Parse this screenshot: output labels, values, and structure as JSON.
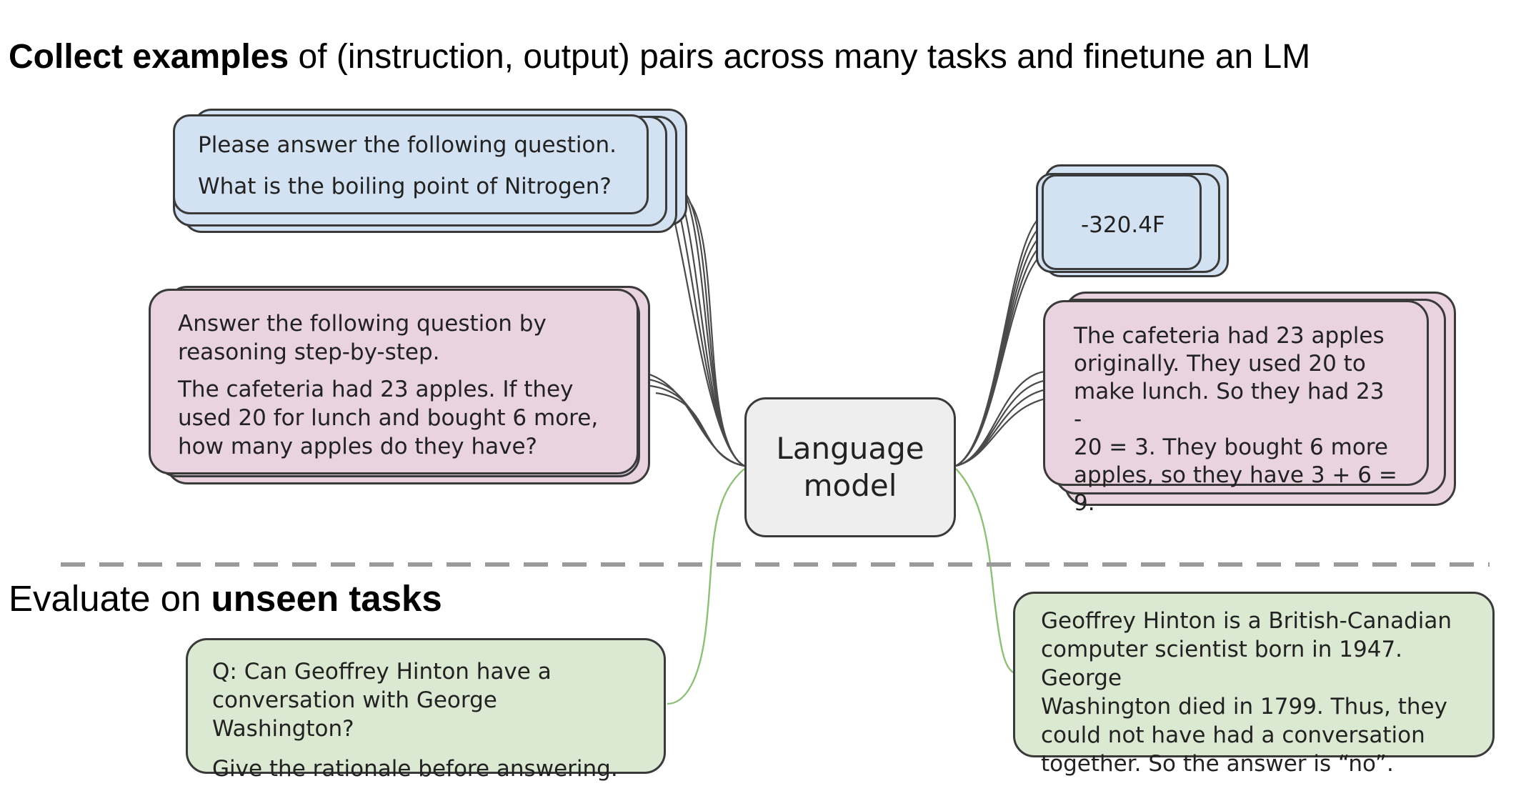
{
  "headings": {
    "train_bold": "Collect examples",
    "train_rest": " of (instruction, output) pairs across many tasks and finetune an LM",
    "eval_plain": "Evaluate on ",
    "eval_bold": "unseen tasks"
  },
  "model": {
    "line1": "Language",
    "line2": "model"
  },
  "train_inputs": [
    {
      "lines": [
        "Please answer the following question.",
        "What is the boiling point of Nitrogen?"
      ]
    },
    {
      "lines": [
        "Answer the following question by",
        "reasoning step-by-step.",
        "The cafeteria had 23 apples. If they",
        "used 20 for lunch and bought 6 more,",
        "how many apples do they have?"
      ]
    }
  ],
  "train_outputs": [
    {
      "lines": [
        "-320.4F"
      ]
    },
    {
      "lines": [
        "The cafeteria had 23 apples",
        "originally. They used 20 to",
        "make lunch. So they had 23 -",
        "20 = 3. They bought 6 more",
        "apples, so they have 3 + 6 = 9."
      ]
    }
  ],
  "eval_input": {
    "lines": [
      "Q: Can Geoffrey Hinton have a",
      "conversation with George Washington?",
      "Give the rationale before answering."
    ]
  },
  "eval_output": {
    "lines": [
      "Geoffrey Hinton is a British-Canadian",
      "computer scientist born in 1947. George",
      "Washington died in 1799. Thus, they",
      "could not have had a conversation",
      "together. So the answer is “no”."
    ]
  },
  "colors": {
    "blue_box": "#d3e2f2",
    "pink_box": "#e8d3df",
    "green_box": "#dbe9d2",
    "model_box": "#eeeeee",
    "connector_dark": "#4a4a4a",
    "connector_green": "#8fbf78",
    "divider": "#9a9a9a"
  }
}
